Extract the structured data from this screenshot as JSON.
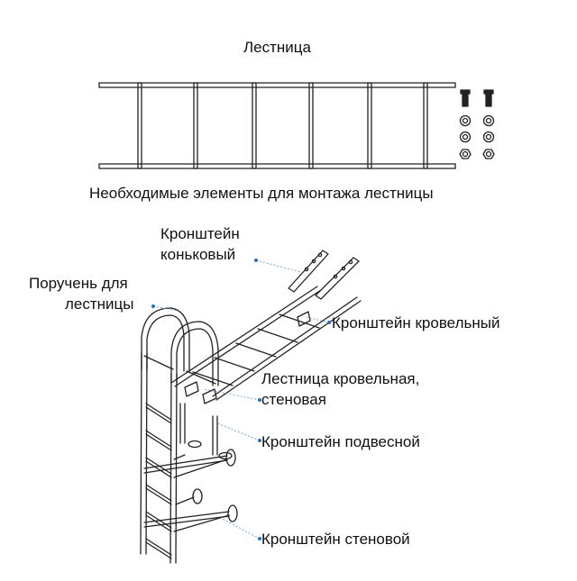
{
  "top": {
    "title": "Лестница",
    "caption": "Необходимые элементы для монтажа лестницы"
  },
  "callouts": {
    "ridge_bracket": {
      "line1": "Кронштейн",
      "line2": "коньковый"
    },
    "handrail": {
      "line1": "Поручень для",
      "line2": "лестницы"
    },
    "roof_bracket": {
      "text": "Кронштейн кровельный"
    },
    "ladder": {
      "line1": "Лестница кровельная,",
      "line2": "стеновая"
    },
    "hanging_bracket": {
      "text": "Кронштейн подвесной"
    },
    "wall_bracket": {
      "text": "Кронштейн стеновой"
    }
  },
  "colors": {
    "line": "#222222",
    "leader": "#7fa6c9",
    "dot": "#2a6fbf"
  }
}
